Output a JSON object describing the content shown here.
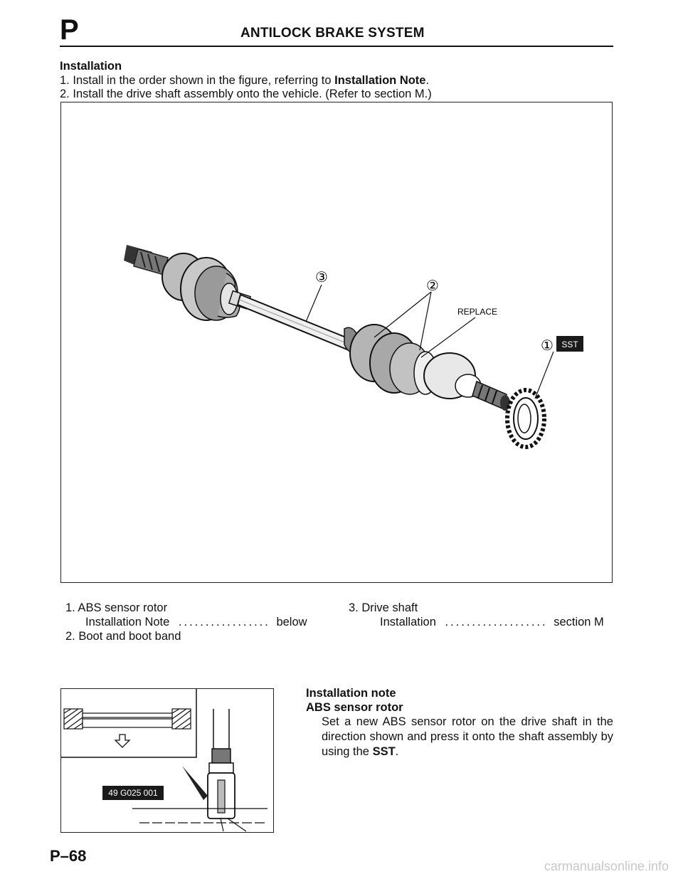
{
  "header": {
    "section_letter": "P",
    "title": "ANTILOCK BRAKE SYSTEM"
  },
  "installation": {
    "heading": "Installation",
    "steps": [
      {
        "num": "1.",
        "text": "Install in the order shown in the figure, referring to ",
        "bold": "Installation Note",
        "tail": "."
      },
      {
        "num": "2.",
        "text": "Install the drive shaft assembly onto the vehicle. (Refer to section M.)",
        "bold": "",
        "tail": ""
      }
    ]
  },
  "main_figure": {
    "callouts": [
      "③",
      "②",
      "①"
    ],
    "replace_label": "REPLACE",
    "sst_badge": "SST"
  },
  "legend": {
    "item1": {
      "label": "1.  ABS sensor rotor",
      "sub": "Installation Note",
      "ref": "below"
    },
    "item2": {
      "label": "2.  Boot and boot band"
    },
    "item3": {
      "label": "3.  Drive shaft",
      "sub": "Installation",
      "ref": "section M"
    }
  },
  "install_note": {
    "heading": "Installation note",
    "subheading": "ABS sensor rotor",
    "body_start": "Set a new ABS sensor rotor on the drive shaft in the direction shown and press it onto the shaft assembly by using the ",
    "body_bold": "SST",
    "body_end": "."
  },
  "small_figure": {
    "tool_label": "49 G025 001"
  },
  "footer": {
    "page_number": "P–68"
  },
  "watermark": "carmanualsonline.info"
}
